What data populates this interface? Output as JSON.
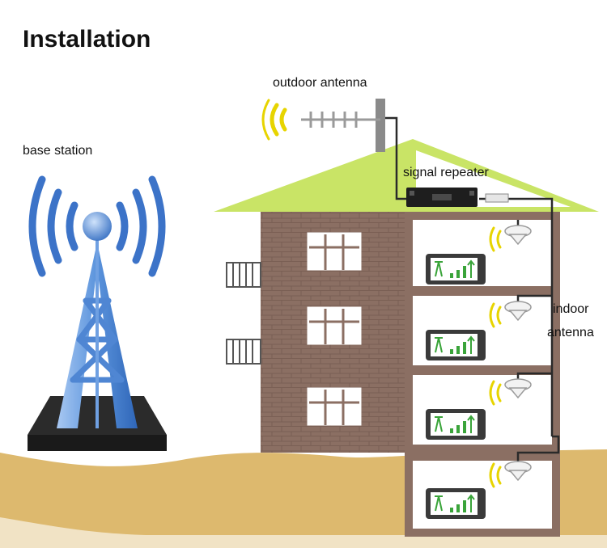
{
  "title": "Installation",
  "labels": {
    "outdoor_antenna": "outdoor antenna",
    "base_station": "base station",
    "signal_repeater": "signal repeater",
    "indoor_antenna_line1": "indoor",
    "indoor_antenna_line2": "antenna"
  },
  "colors": {
    "roof": "#c9e466",
    "brick": "#8b6f63",
    "ground": "#ddb96e",
    "tower_blue": "#4f86d3",
    "signal_blue": "#3c73c8",
    "signal_yellow": "#e7d400",
    "signal_green": "#3aa43a",
    "cable": "#2a2a2a"
  },
  "icons": [
    "cell-tower-icon",
    "yagi-antenna-icon",
    "repeater-icon",
    "ceiling-antenna-icon",
    "phone-signal-icon"
  ]
}
